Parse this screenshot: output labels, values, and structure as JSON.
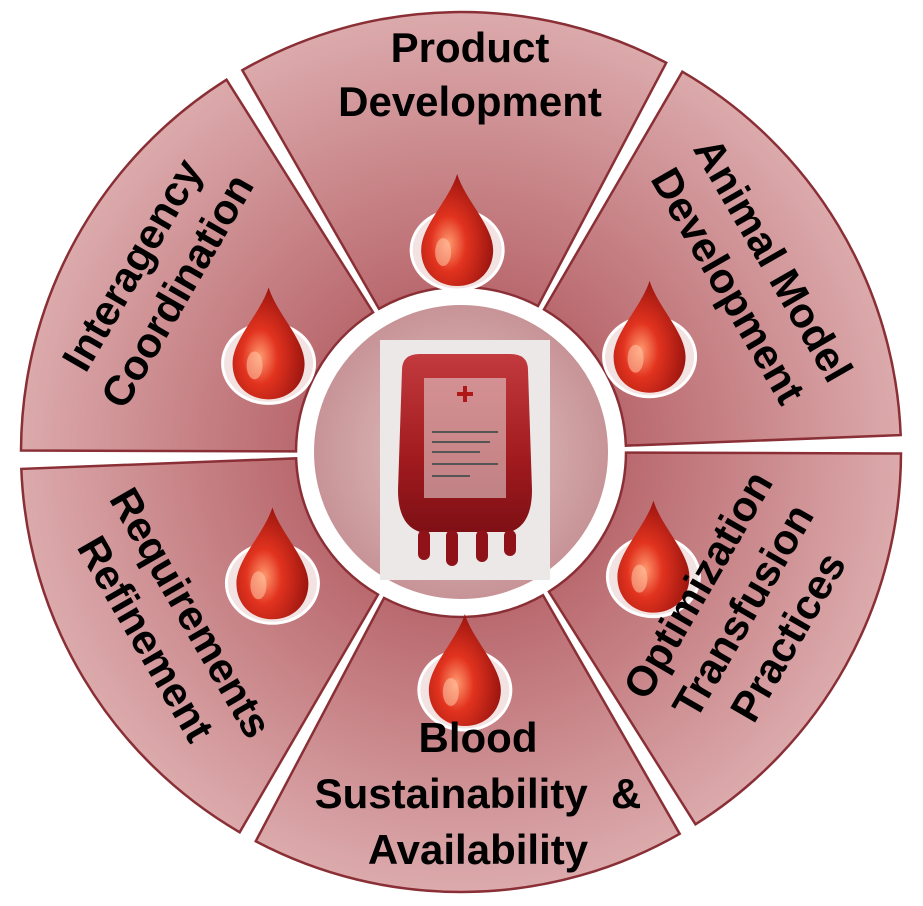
{
  "diagram": {
    "colors": {
      "segment_fill_light": "#d9a3a6",
      "segment_fill_dark": "#a8545a",
      "segment_stroke": "#8a2f35",
      "hub_fill": "#caa0a2",
      "drop_red": "#d4241a",
      "drop_dark": "#8e0f0c",
      "drop_highlight": "#ff9a7a",
      "bag_red": "#a11a1e"
    },
    "segments": [
      {
        "id": "product-development",
        "lines": [
          "Product",
          "Development"
        ],
        "icon": "blood-drop-icon"
      },
      {
        "id": "animal-model-development",
        "lines": [
          "Animal Model",
          "Development"
        ],
        "icon": "blood-drop-icon"
      },
      {
        "id": "optimization-transfusion-practices",
        "lines": [
          "Optimization",
          "Transfusion",
          "Practices"
        ],
        "icon": "blood-drop-icon"
      },
      {
        "id": "blood-sustainability-availability",
        "lines": [
          "Blood",
          "Sustainability  &",
          "Availability"
        ],
        "icon": "blood-drop-icon"
      },
      {
        "id": "requirements-refinement",
        "lines": [
          "Requirements",
          "Refinement"
        ],
        "icon": "blood-drop-icon"
      },
      {
        "id": "interagency-coordination",
        "lines": [
          "Interagency",
          "Coordination"
        ],
        "icon": "blood-drop-icon"
      }
    ],
    "center": {
      "icon": "blood-bag-icon"
    }
  }
}
